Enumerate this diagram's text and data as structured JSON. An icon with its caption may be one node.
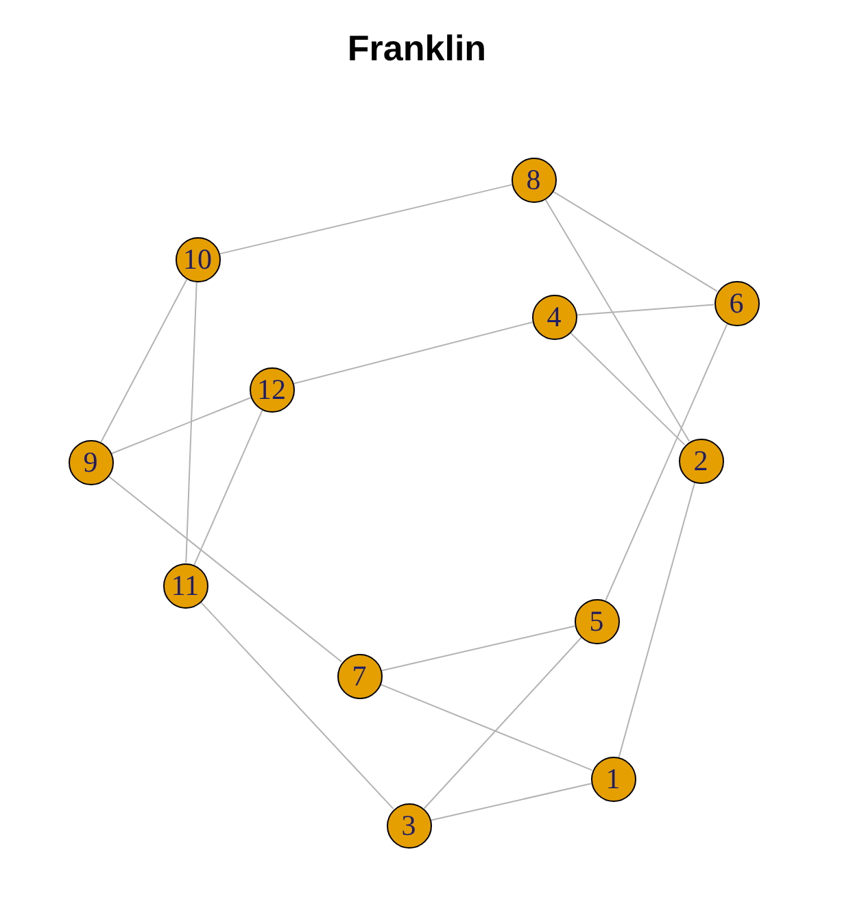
{
  "diagram": {
    "title": "Franklin",
    "nodes": [
      {
        "text": [
          "1"
        ]
      },
      {
        "text": [
          "2"
        ]
      },
      {
        "text": [
          "3"
        ]
      },
      {
        "text": [
          "4"
        ]
      },
      {
        "text": [
          "5"
        ]
      },
      {
        "text": [
          "6"
        ]
      },
      {
        "text": [
          "7"
        ]
      },
      {
        "text": [
          "8"
        ]
      },
      {
        "text": [
          "9"
        ]
      },
      {
        "text": [
          "10"
        ]
      },
      {
        "text": [
          "11"
        ]
      },
      {
        "text": [
          "12"
        ]
      }
    ],
    "edges": [
      {
        "from": 7,
        "to": 9,
        "arrow": "none"
      },
      {
        "from": 7,
        "to": 5,
        "arrow": "none"
      },
      {
        "from": 7,
        "to": 1,
        "arrow": "none"
      },
      {
        "from": 3,
        "to": 5,
        "arrow": "none"
      },
      {
        "from": 3,
        "to": 11,
        "arrow": "none"
      },
      {
        "from": 3,
        "to": 1,
        "arrow": "none"
      },
      {
        "from": 5,
        "to": 4,
        "arrow": "none"
      },
      {
        "from": 1,
        "to": 0,
        "arrow": "none"
      },
      {
        "from": 9,
        "to": 8,
        "arrow": "none"
      },
      {
        "from": 9,
        "to": 10,
        "arrow": "none"
      },
      {
        "from": 11,
        "to": 8,
        "arrow": "none"
      },
      {
        "from": 11,
        "to": 10,
        "arrow": "none"
      },
      {
        "from": 8,
        "to": 6,
        "arrow": "none"
      },
      {
        "from": 10,
        "to": 2,
        "arrow": "none"
      },
      {
        "from": 6,
        "to": 4,
        "arrow": "none"
      },
      {
        "from": 6,
        "to": 0,
        "arrow": "none"
      },
      {
        "from": 4,
        "to": 2,
        "arrow": "none"
      },
      {
        "from": 2,
        "to": 0,
        "arrow": "none"
      }
    ]
  }
}
